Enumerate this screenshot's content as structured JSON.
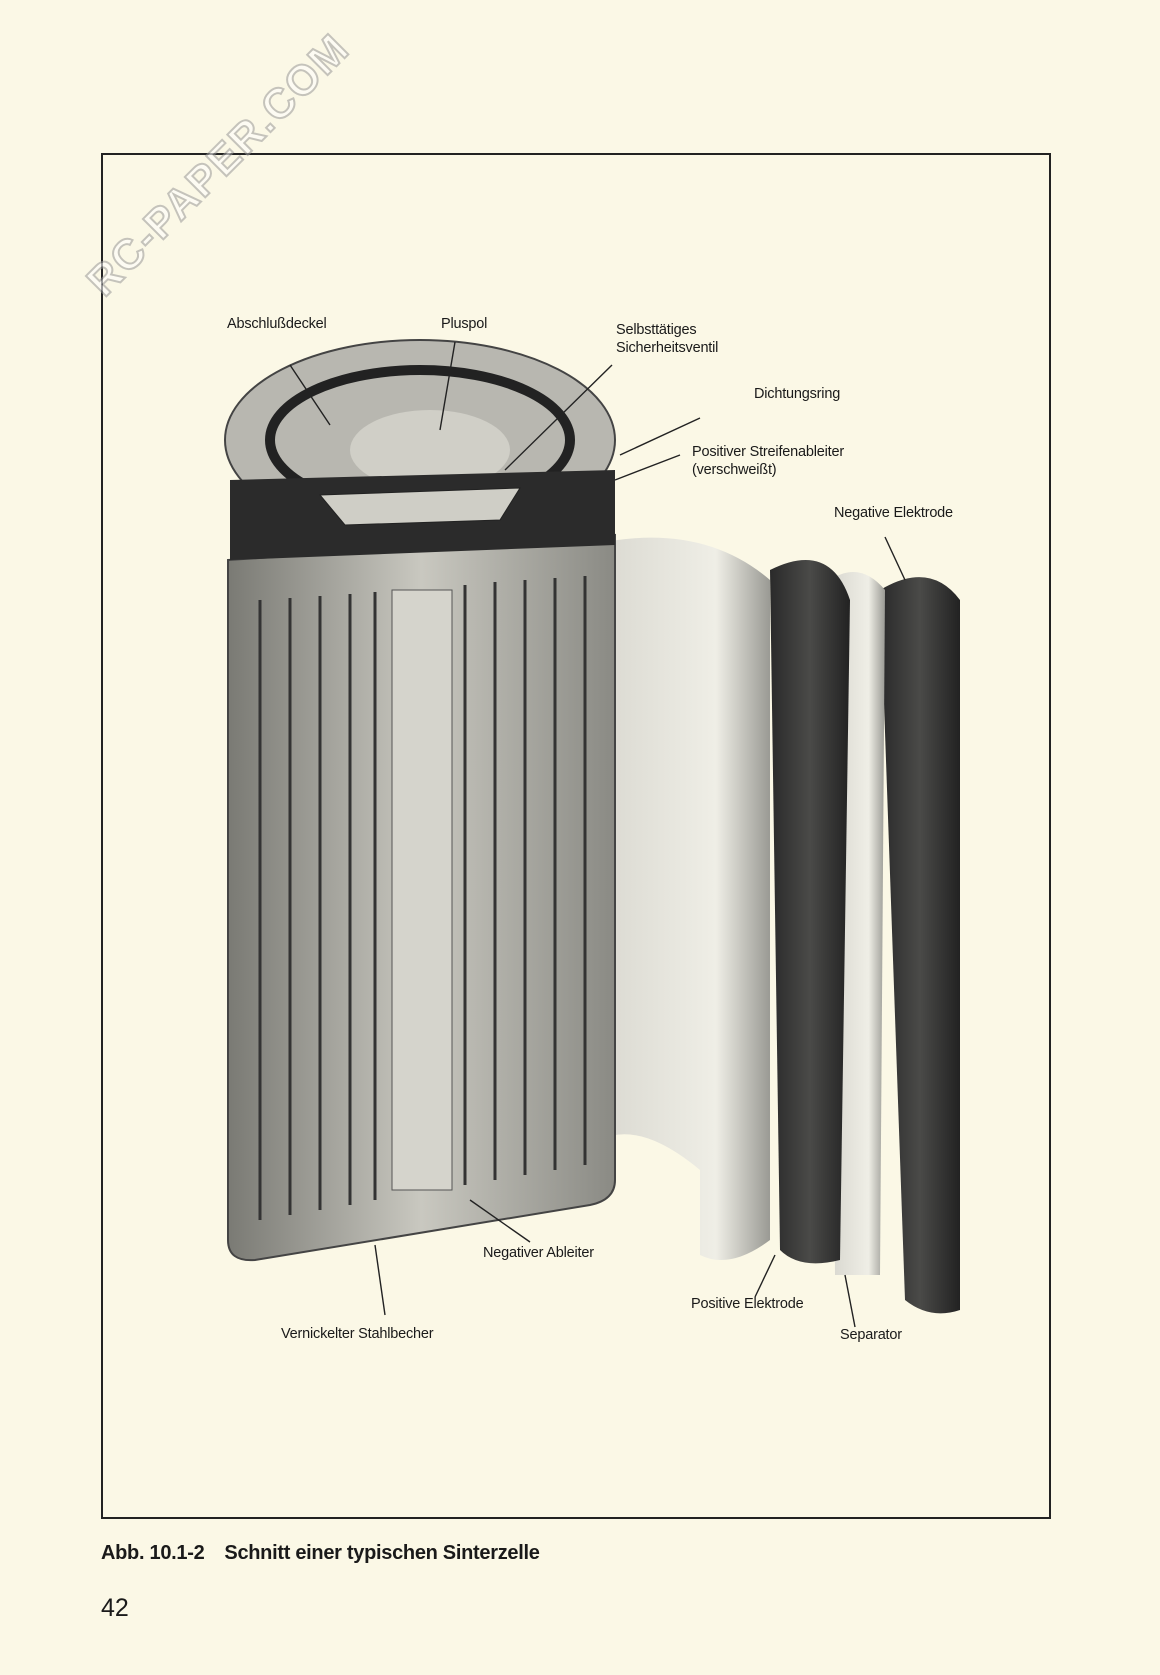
{
  "figure": {
    "labels": {
      "abschlussdeckel": "Abschlußdeckel",
      "pluspol": "Pluspol",
      "ventil_line1": "Selbsttätiges",
      "ventil_line2": "Sicherheitsventil",
      "dichtungsring": "Dichtungsring",
      "streifen_line1": "Positiver Streifenableiter",
      "streifen_line2": "(verschweißt)",
      "negative_elektrode": "Negative Elektrode",
      "negativer_ableiter": "Negativer Ableiter",
      "stahlbecher": "Vernickelter Stahlbecher",
      "positive_elektrode": "Positive Elektrode",
      "separator": "Separator"
    }
  },
  "caption": {
    "number": "Abb. 10.1-2",
    "title": "Schnitt einer typischen Sinterzelle"
  },
  "page_number": "42",
  "watermark": "RC-PAPER.COM"
}
